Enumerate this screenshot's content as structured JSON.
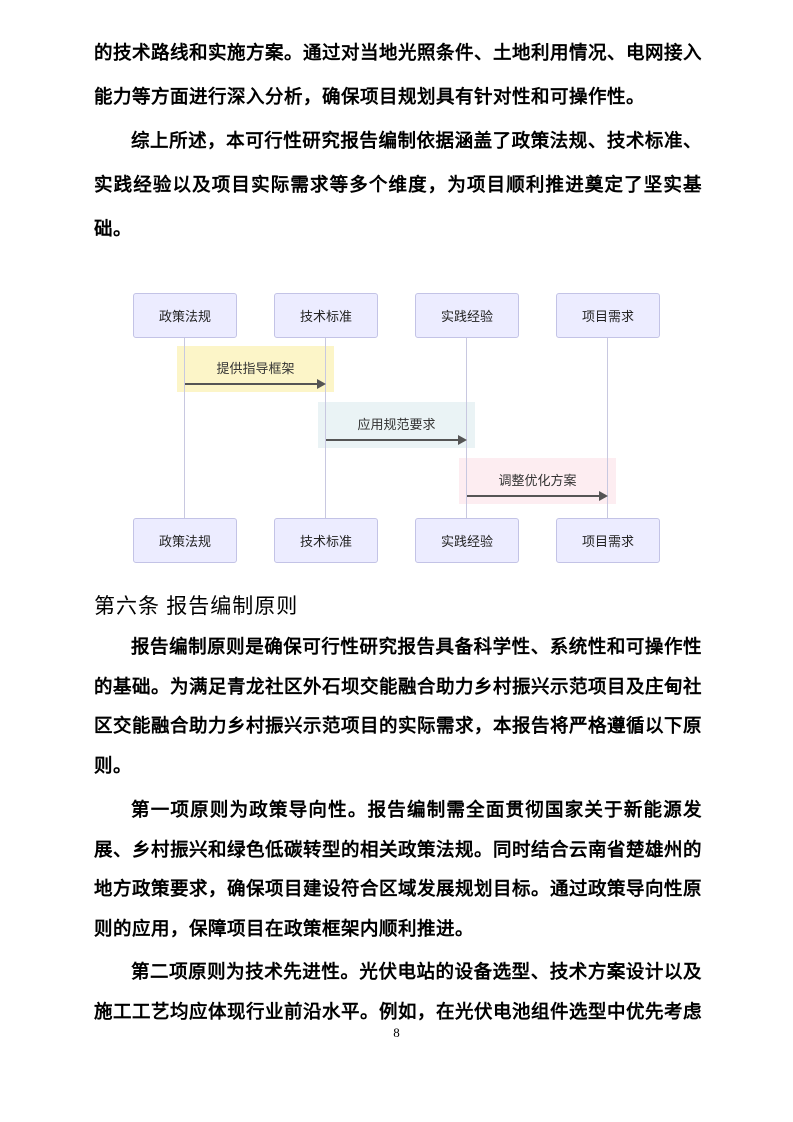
{
  "document": {
    "paragraphs": {
      "p1": "的技术路线和实施方案。通过对当地光照条件、土地利用情况、电网接入能力等方面进行深入分析，确保项目规划具有针对性和可操作性。",
      "p2": "综上所述，本可行性研究报告编制依据涵盖了政策法规、技术标准、实践经验以及项目实际需求等多个维度，为项目顺利推进奠定了坚实基础。"
    },
    "section_heading": "第六条 报告编制原则",
    "section_paragraphs": {
      "p1": "报告编制原则是确保可行性研究报告具备科学性、系统性和可操作性的基础。为满足青龙社区外石坝交能融合助力乡村振兴示范项目及庄甸社区交能融合助力乡村振兴示范项目的实际需求，本报告将严格遵循以下原则。",
      "p2": "第一项原则为政策导向性。报告编制需全面贯彻国家关于新能源发展、乡村振兴和绿色低碳转型的相关政策法规。同时结合云南省楚雄州的地方政策要求，确保项目建设符合区域发展规划目标。通过政策导向性原则的应用，保障项目在政策框架内顺利推进。",
      "p3": "第二项原则为技术先进性。光伏电站的设备选型、技术方案设计以及施工工艺均应体现行业前沿水平。例如，在光伏电池组件选型中优先考虑"
    },
    "page_number": "8"
  },
  "diagram": {
    "type": "sequence",
    "actors": [
      "政策法规",
      "技术标准",
      "实践经验",
      "项目需求"
    ],
    "messages": [
      {
        "from": "政策法规",
        "to": "技术标准",
        "label": "提供指导框架",
        "band_color": "#fcf5c8"
      },
      {
        "from": "技术标准",
        "to": "实践经验",
        "label": "应用规范要求",
        "band_color": "#eaf3f5"
      },
      {
        "from": "实践经验",
        "to": "项目需求",
        "label": "调整优化方案",
        "band_color": "#fdedf1"
      }
    ],
    "colors": {
      "actor_fill": "#ECECFF",
      "actor_border": "#c3c3e6",
      "lifeline": "#c8c8e0",
      "arrow": "#555555",
      "text": "#222222"
    }
  }
}
